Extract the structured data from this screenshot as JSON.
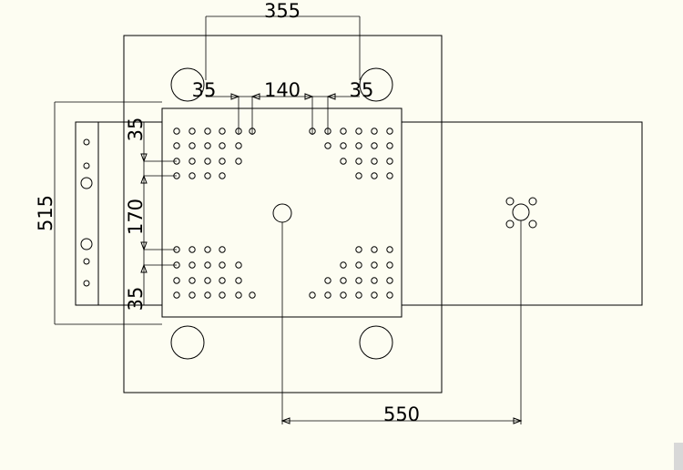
{
  "dimensions": {
    "top_span": "355",
    "left_offset": "35",
    "center_gap": "140",
    "right_offset": "35",
    "height": "515",
    "left_top": "35",
    "left_mid": "170",
    "left_bottom": "35",
    "bottom_span": "550"
  },
  "colors": {
    "background": "#fdfdf2",
    "line": "#000000"
  }
}
